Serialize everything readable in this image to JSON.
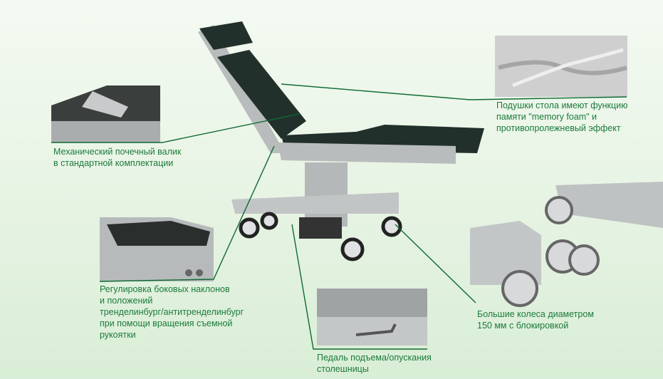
{
  "callouts": {
    "kidney_bridge": "Механический почечный валик\nв стандартной комплектации",
    "memory_foam": "Подушки стола имеют функцию\nпамяти \"memory foam\" и\nпротивопролежневый эффект",
    "tilt_adjust": "Регулировка боковых наклонов\nи положений\nтренделинбург/антитренделинбург\nпри помощи вращения съемной\nрукоятки",
    "wheels": "Большие колеса диаметром\n150 мм с блокировкой",
    "pedal": "Педаль подъема/опускания\nстолешницы"
  },
  "colors": {
    "label": "#1b7a3c",
    "leader": "#0e6a32",
    "pad": "#22302c",
    "steel": "#b9bcbd"
  }
}
